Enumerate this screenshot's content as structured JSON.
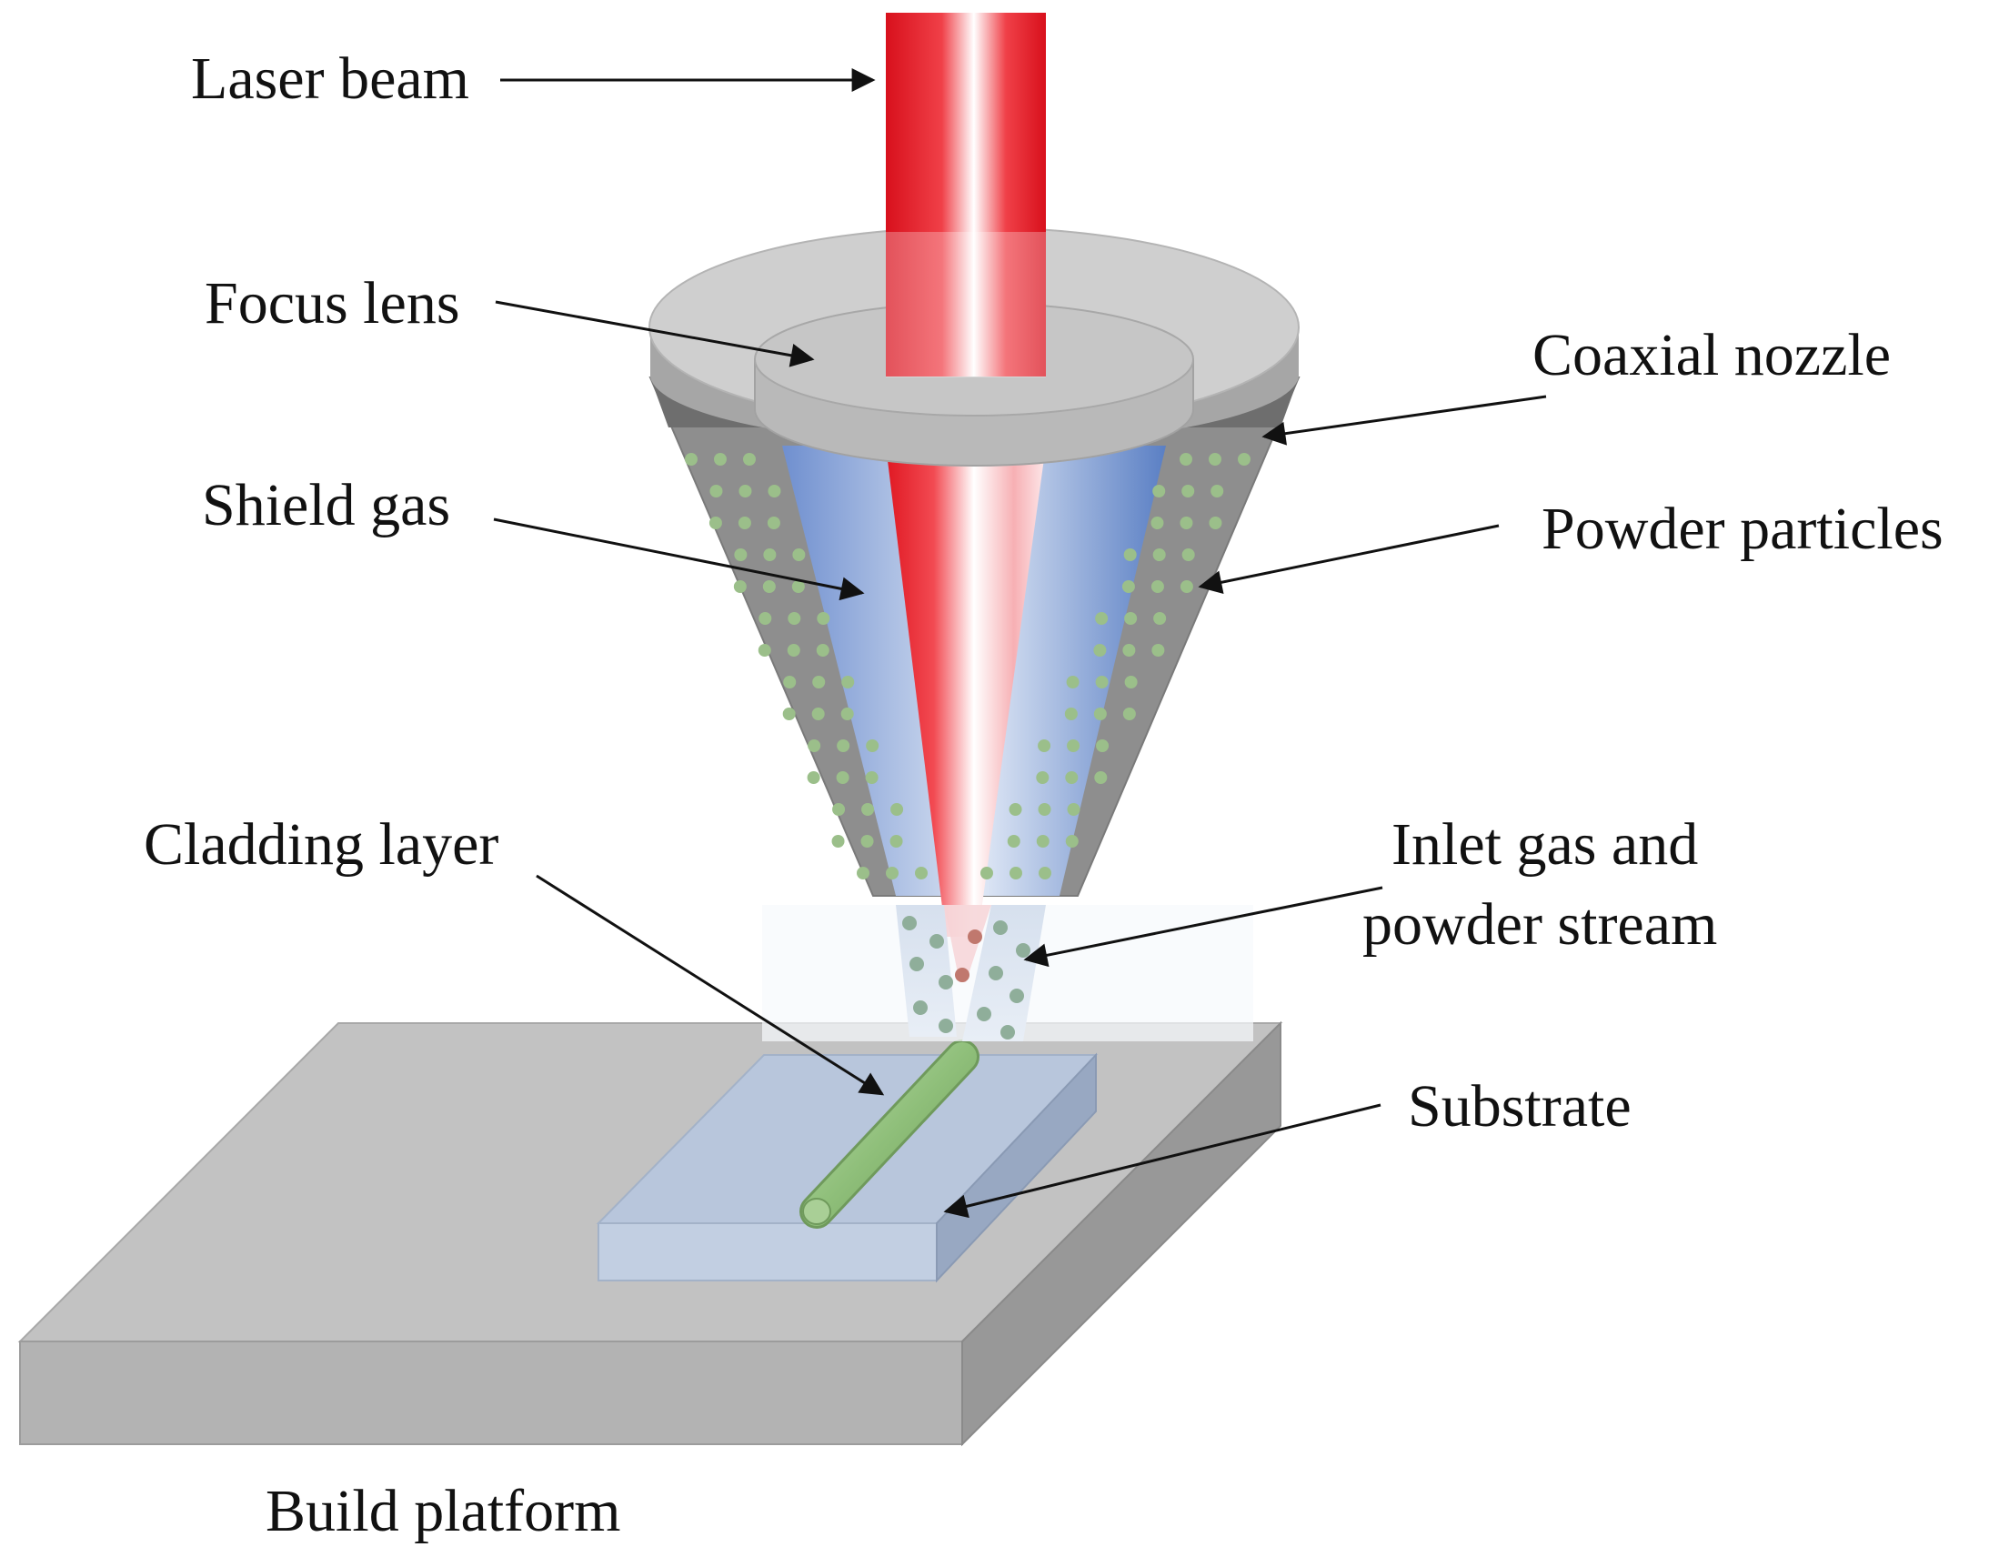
{
  "labels": {
    "laser_beam": "Laser beam",
    "focus_lens": "Focus lens",
    "coaxial_nozzle": "Coaxial nozzle",
    "shield_gas": "Shield gas",
    "powder_particles": "Powder particles",
    "cladding_layer": "Cladding layer",
    "inlet_gas_line1": "Inlet gas and",
    "inlet_gas_line2": "powder stream",
    "substrate": "Substrate",
    "build_platform": "Build platform"
  },
  "colors": {
    "laser_red": "#e8202a",
    "nozzle_gray": "#8a8a8a",
    "lens_gray": "#c4c4c4",
    "shield_gas_blue": "#5a7fc4",
    "powder_green": "#9bbf8a",
    "substrate_blue": "#b8c6dc",
    "platform_gray": "#c0c0c0",
    "cladding_green": "#8fbf7a"
  }
}
